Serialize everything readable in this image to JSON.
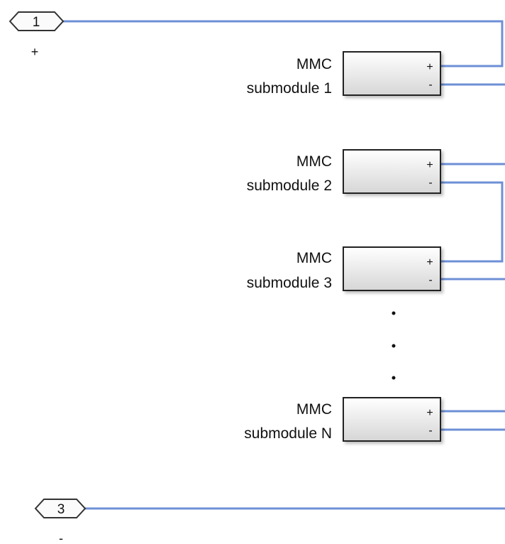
{
  "ports": [
    {
      "id": "port-1",
      "number": "1",
      "sign": "+"
    },
    {
      "id": "port-3",
      "number": "3",
      "sign": "-"
    }
  ],
  "blocks": [
    {
      "line1": "MMC",
      "line2": "submodule 1",
      "plus": "+",
      "minus": "-"
    },
    {
      "line1": "MMC",
      "line2": "submodule 2",
      "plus": "+",
      "minus": "-"
    },
    {
      "line1": "MMC",
      "line2": "submodule 3",
      "plus": "+",
      "minus": "-"
    },
    {
      "line1": "MMC",
      "line2": "submodule N",
      "plus": "+",
      "minus": "-"
    }
  ],
  "colors": {
    "wire": "#6d8fd6",
    "block_fill_top": "#ffffff",
    "block_fill_bottom": "#d9d9d9"
  }
}
